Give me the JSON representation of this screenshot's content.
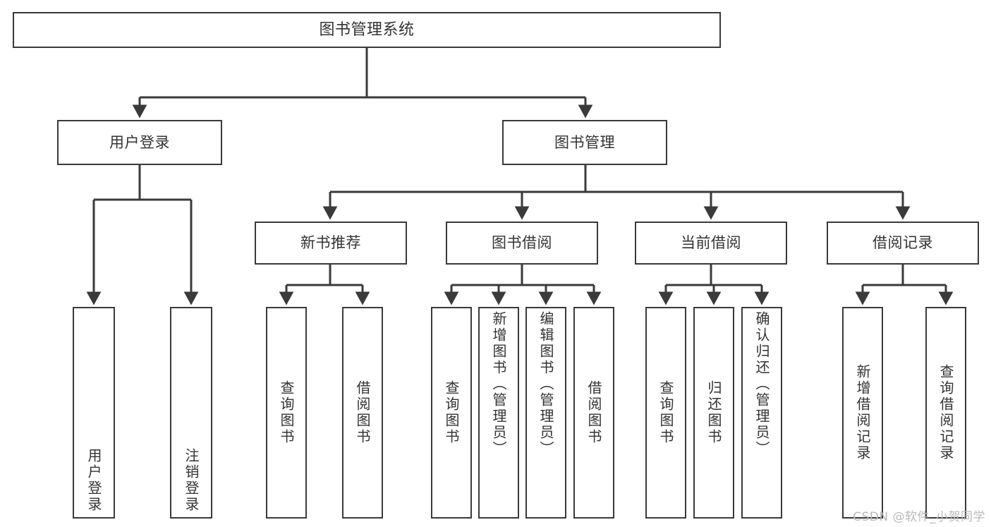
{
  "diagram": {
    "title": "图书管理系统",
    "type": "tree",
    "root": {
      "label": "图书管理系统"
    },
    "level2": [
      {
        "label": "用户登录"
      },
      {
        "label": "图书管理"
      }
    ],
    "level3": [
      {
        "label": "新书推荐"
      },
      {
        "label": "图书借阅"
      },
      {
        "label": "当前借阅"
      },
      {
        "label": "借阅记录"
      }
    ],
    "leaves": {
      "user_login": [
        {
          "label": "用户登录"
        },
        {
          "label": "注销登录"
        }
      ],
      "new_book_recommend": [
        {
          "label": "查询图书"
        },
        {
          "label": "借阅图书"
        }
      ],
      "book_borrow": [
        {
          "label": "查询图书"
        },
        {
          "label": "新增图书（管理员）"
        },
        {
          "label": "编辑图书（管理员）"
        },
        {
          "label": "借阅图书"
        }
      ],
      "current_borrow": [
        {
          "label": "查询图书"
        },
        {
          "label": "归还图书"
        },
        {
          "label": "确认归还（管理员）"
        }
      ],
      "borrow_record": [
        {
          "label": "新增借阅记录"
        },
        {
          "label": "查询借阅记录"
        }
      ]
    }
  },
  "watermark": {
    "text": "CSDN @软件_小贺同学"
  },
  "colors": {
    "stroke": "#3a3a3a",
    "text": "#333333",
    "background": "#ffffff",
    "watermark": "#b9b9b9"
  }
}
